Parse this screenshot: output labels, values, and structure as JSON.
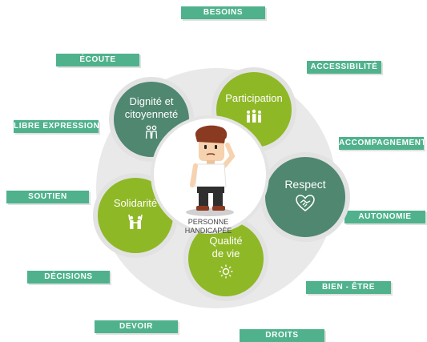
{
  "tags": {
    "besoins": "Besoins",
    "ecoute": "Écoute",
    "accessibilite": "Accessibilité",
    "libre_expression": "Libre expression",
    "accompagnement": "Accompagnement",
    "soutien": "Soutien",
    "autonomie": "Autonomie",
    "decisions": "Décisions",
    "bien_etre": "Bien - être",
    "devoir": "Devoir",
    "droits": "Droits"
  },
  "petals": {
    "dignite_line1": "Dignité et",
    "dignite_line2": "citoyenneté",
    "participation": "Participation",
    "respect": "Respect",
    "solidarite": "Solidarité",
    "qualite_line1": "Qualité",
    "qualite_line2": "de vie"
  },
  "center": {
    "line1": "Personne",
    "line2": "handicapée"
  },
  "colors": {
    "tag_green": "#4fb28c",
    "petal_dark": "#4f8770",
    "petal_green": "#8fb826",
    "ring_grey": "#e9e9e9"
  },
  "icons": [
    "people-icon",
    "group-icon",
    "handshake-heart-icon",
    "hands-up-icon",
    "sun-icon"
  ]
}
